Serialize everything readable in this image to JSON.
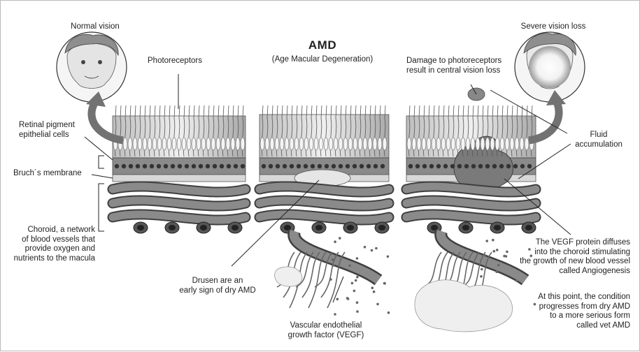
{
  "title": "AMD",
  "subtitle": "(Age Macular Degeneration)",
  "labels": {
    "normal_vision": "Normal vision",
    "severe_vision_loss": "Severe vision loss",
    "photoreceptors": "Photoreceptors",
    "retinal_pigment": "Retinal pigment\nepithelial cells",
    "bruchs_membrane": "Bruch´s membrane",
    "choroid": "Choroid, a network\nof blood vessels that\nprovide oxygen and\nnutrients to the macula",
    "drusen": "Drusen are an\nearly sign of dry AMD",
    "vegf": "Vascular endothelial\ngrowth factor (VEGF)",
    "damage": "Damage to photoreceptors\nresult in central vision loss",
    "fluid": "Fluid\naccumulation",
    "vegf_diffuses": "The VEGF protein diffuses\ninto the choroid stimulating\nthe growth of new blood vessel\ncalled Angiogenesis",
    "progresses": "At this point, the condition\nprogresses from dry AMD\nto a more serious form\ncalled vet AMD"
  },
  "colors": {
    "ink": "#222222",
    "cell_light": "#dedede",
    "cell_dark": "#8f8f8f",
    "vessel": "#6d6d6d",
    "vessel_dark": "#3f3f3f",
    "arrow": "#727272"
  }
}
